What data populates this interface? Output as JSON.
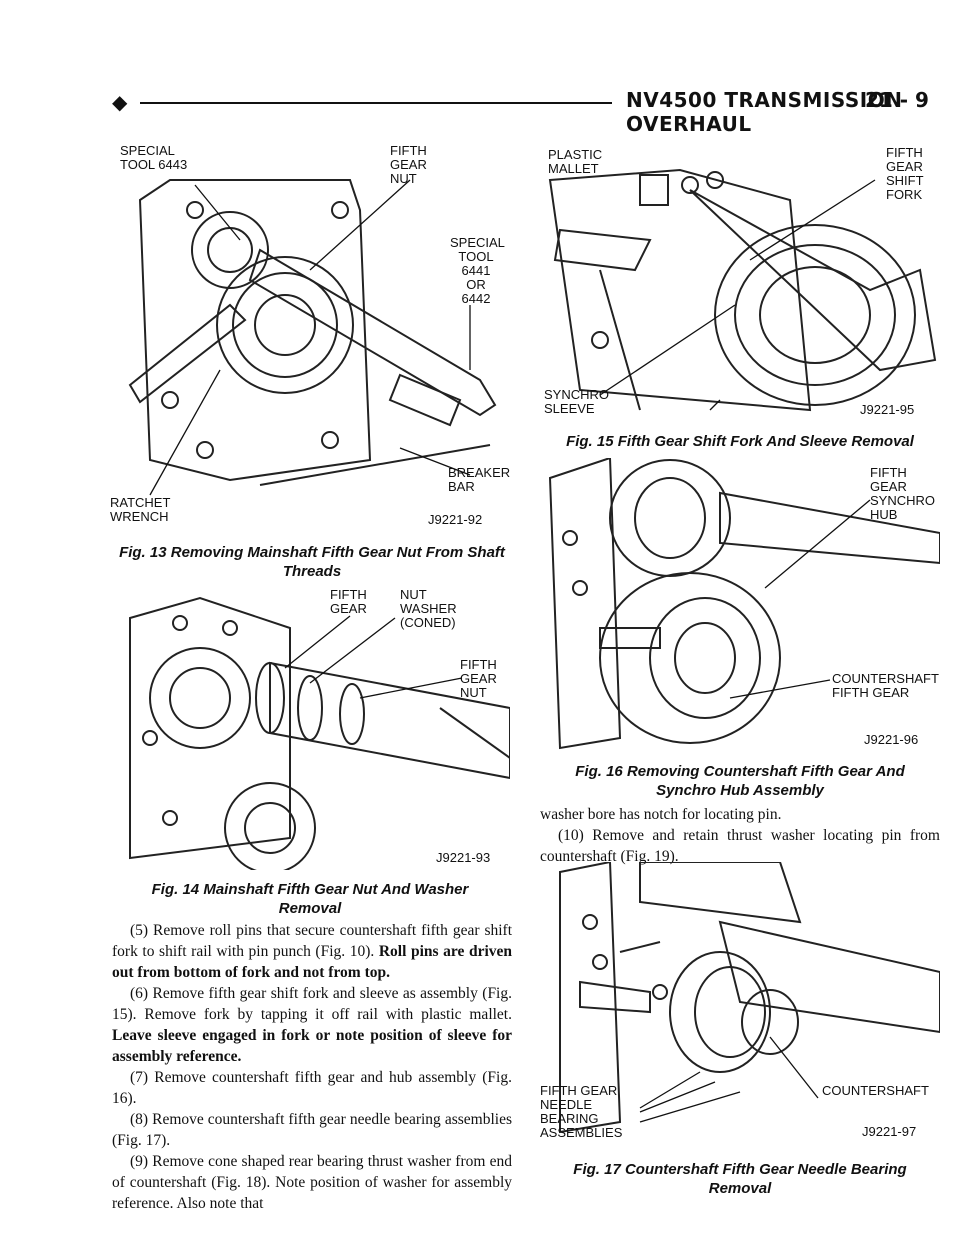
{
  "header": {
    "diamond": "◆",
    "title": "NV4500 TRANSMISSION OVERHAUL",
    "page": "21 - 9"
  },
  "fig13": {
    "labels": {
      "special_tool_6443": "SPECIAL TOOL 6443",
      "fifth_gear_nut": "FIFTH GEAR NUT",
      "special_tool_6441": "SPECIAL TOOL 6441 OR 6442",
      "breaker_bar": "BREAKER BAR",
      "ratchet_wrench": "RATCHET WRENCH"
    },
    "code": "J9221-92",
    "caption": "Fig. 13 Removing Mainshaft Fifth Gear Nut From Shaft Threads"
  },
  "fig14": {
    "labels": {
      "fifth_gear": "FIFTH GEAR",
      "nut_washer": "NUT WASHER (CONED)",
      "fifth_gear_nut": "FIFTH GEAR NUT"
    },
    "code": "J9221-93",
    "caption": "Fig. 14 Mainshaft Fifth Gear Nut And Washer Removal"
  },
  "fig15": {
    "labels": {
      "plastic_mallet": "PLASTIC MALLET",
      "fifth_gear_shift_fork": "FIFTH GEAR SHIFT FORK",
      "synchro_sleeve": "SYNCHRO SLEEVE"
    },
    "code": "J9221-95",
    "caption": "Fig. 15 Fifth Gear Shift Fork And Sleeve Removal"
  },
  "fig16": {
    "labels": {
      "fifth_gear_synchro_hub": "FIFTH GEAR SYNCHRO HUB",
      "countershaft_fifth_gear": "COUNTERSHAFT FIFTH GEAR"
    },
    "code": "J9221-96",
    "caption": "Fig. 16 Removing Countershaft Fifth Gear And Synchro Hub Assembly"
  },
  "fig17": {
    "labels": {
      "countershaft": "COUNTERSHAFT",
      "needle_bearing": "FIFTH GEAR NEEDLE BEARING ASSEMBLIES"
    },
    "code": "J9221-97",
    "caption": "Fig. 17 Countershaft Fifth Gear Needle Bearing Removal"
  },
  "left_text": {
    "step5_a": "(5) Remove roll pins that secure countershaft fifth gear shift fork to shift rail with pin punch (Fig. 10).",
    "step5_b": "Roll pins are driven out from bottom of fork and not from top.",
    "step6_a": "(6) Remove fifth gear shift fork and sleeve as assembly (Fig. 15). Remove fork by tapping it off rail with plastic mallet.",
    "step6_b": "Leave sleeve engaged in fork or note position of sleeve for assembly reference.",
    "step7": "(7) Remove countershaft fifth gear and hub assembly (Fig. 16).",
    "step8": "(8) Remove countershaft fifth gear needle bearing assemblies (Fig. 17).",
    "step9": "(9) Remove cone shaped rear bearing thrust washer from end of countershaft (Fig. 18). Note position of washer for assembly reference. Also note that"
  },
  "right_text": {
    "cont": "washer bore has notch for locating pin.",
    "step10": "(10) Remove and retain thrust washer locating pin from countershaft (Fig. 19)."
  }
}
